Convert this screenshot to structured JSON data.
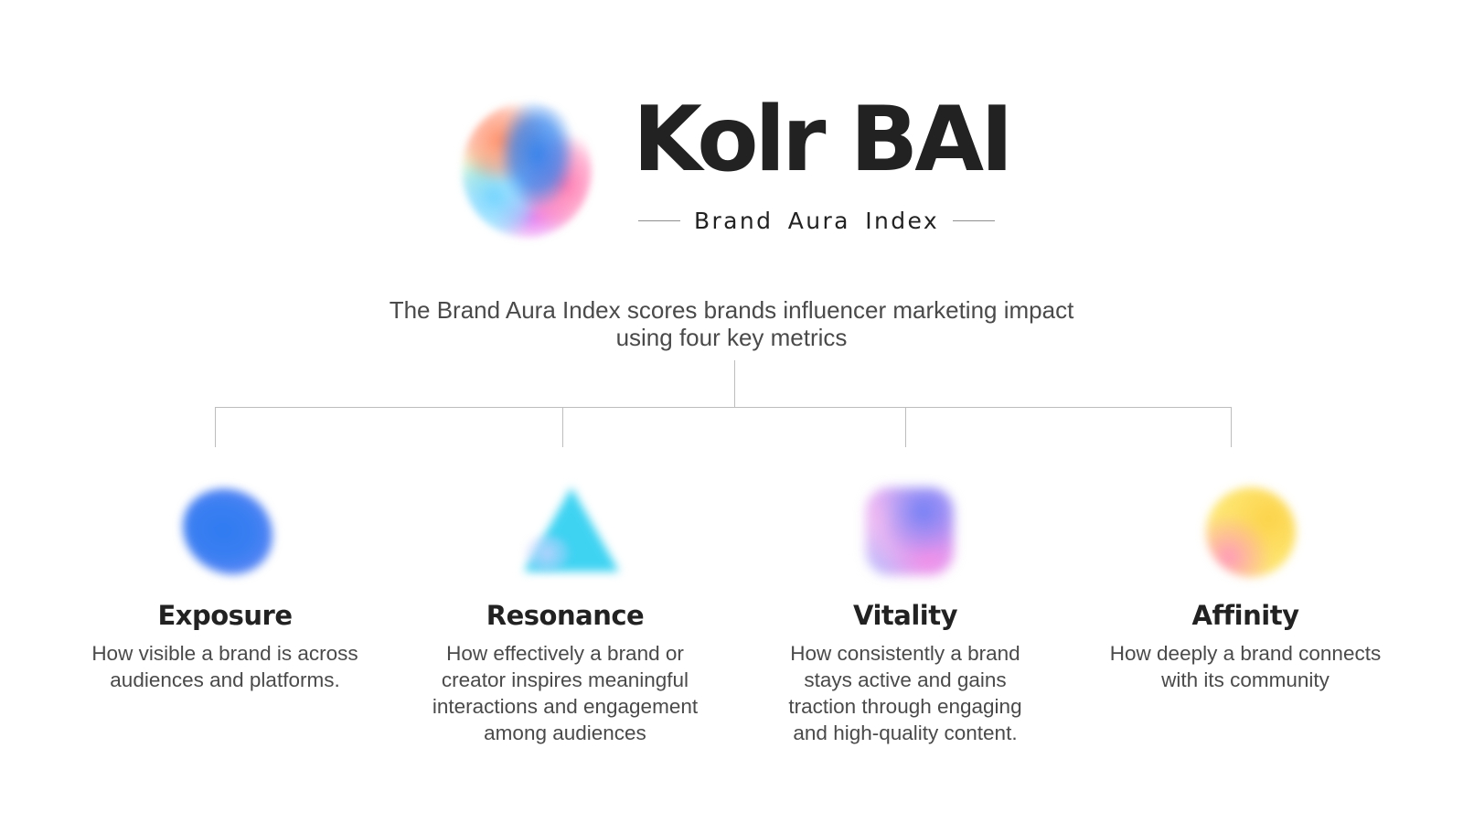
{
  "header": {
    "logo_icon": "gradient-orb-icon",
    "title": "Kolr BAI",
    "subtitle": "Brand Aura Index"
  },
  "description": {
    "line1": "The Brand Aura Index scores brands influencer marketing impact",
    "line2": "using four key metrics"
  },
  "metrics": [
    {
      "icon": "blue-blob-icon",
      "title": "Exposure",
      "description": "How visible a brand is across audiences and platforms.",
      "lines": [
        "How visible a brand is across",
        "audiences and platforms."
      ],
      "color": "#2F7BF0"
    },
    {
      "icon": "cyan-triangle-icon",
      "title": "Resonance",
      "description": "How effectively a brand or creator inspires meaningful interactions and engagement among audiences",
      "lines": [
        "How effectively a brand or",
        "creator inspires meaningful",
        "interactions and engagement",
        "among audiences"
      ],
      "color": "#3FD3F2"
    },
    {
      "icon": "purple-square-icon",
      "title": "Vitality",
      "description": "How consistently a brand stays active and gains traction through engaging and high-quality content.",
      "lines": [
        "How consistently a brand",
        "stays active and gains",
        "traction through engaging",
        "and high-quality content."
      ],
      "color": "#9C8CF5"
    },
    {
      "icon": "yellow-circle-icon",
      "title": "Affinity",
      "description": "How deeply a brand connects with its community",
      "lines": [
        "How deeply a brand connects",
        "with its community"
      ],
      "color": "#FCD34A"
    }
  ],
  "colors": {
    "text_primary": "#222222",
    "text_secondary": "#4A4A4A",
    "connector": "#BDBDBD",
    "background": "#FFFFFF"
  }
}
